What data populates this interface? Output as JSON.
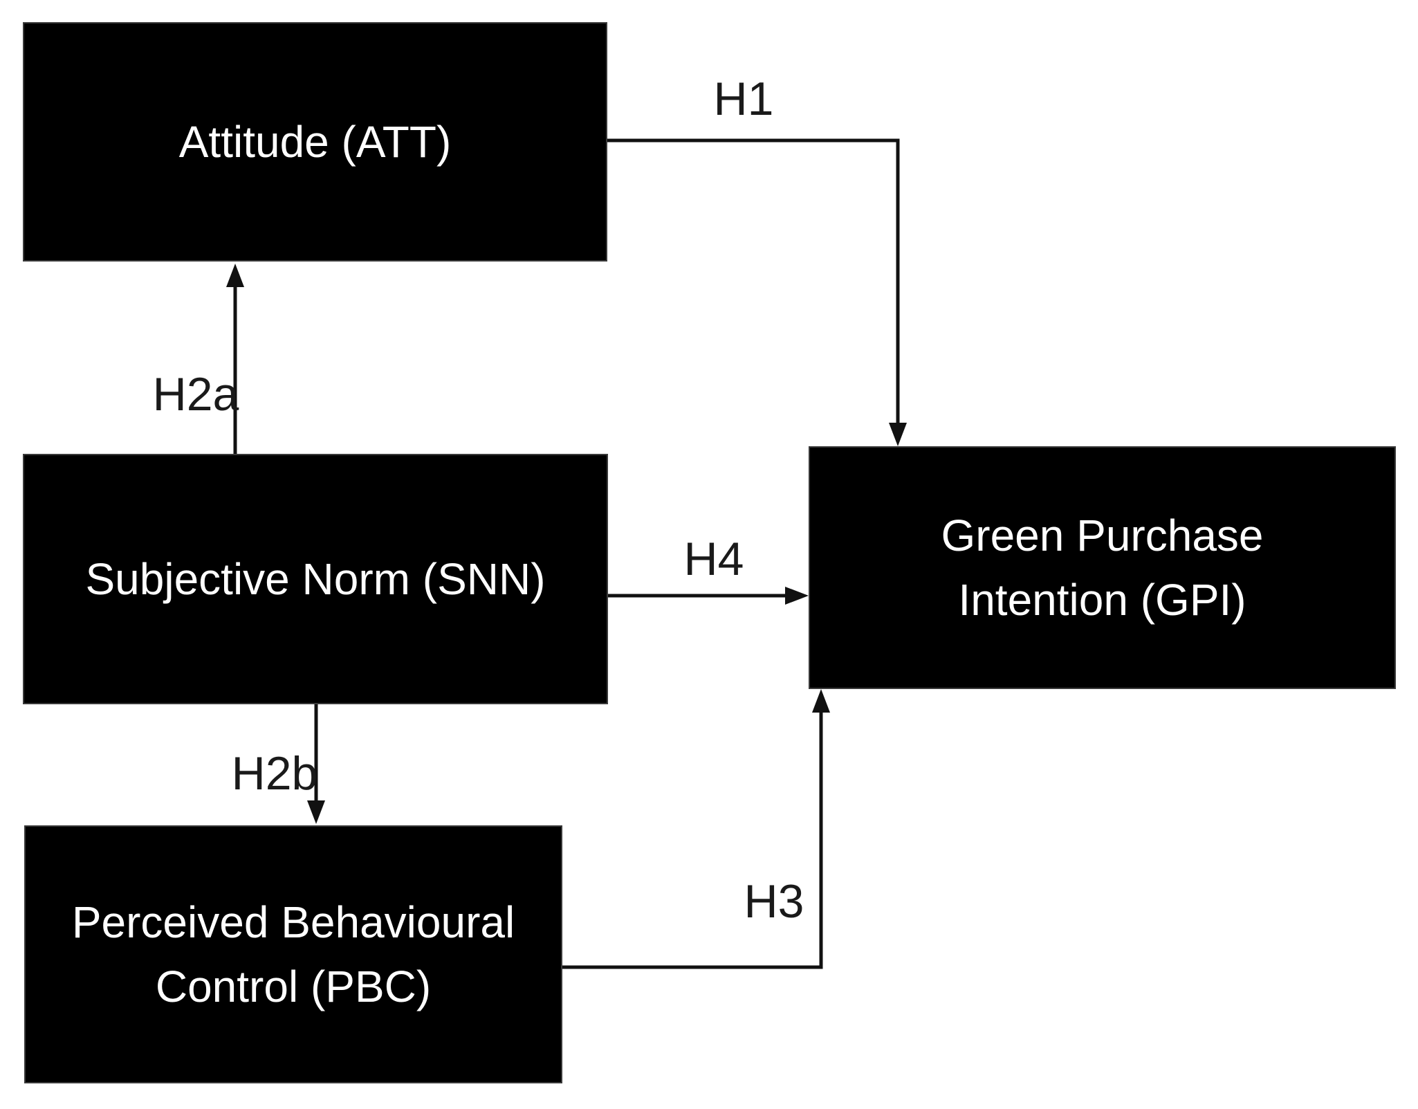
{
  "diagram": {
    "boxes": [
      {
        "id": "att",
        "label": "Attitude (ATT)"
      },
      {
        "id": "snn",
        "label": "Subjective Norm (SNN)"
      },
      {
        "id": "pbc",
        "label": "Perceived Behavioural Control (PBC)"
      },
      {
        "id": "gpi",
        "label": "Green Purchase Intention (GPI)"
      }
    ],
    "arrows": [
      {
        "id": "h1",
        "label": "H1",
        "from": "Attitude (ATT)",
        "to": "Green Purchase Intention (GPI)"
      },
      {
        "id": "h2a",
        "label": "H2a",
        "from": "Subjective Norm (SNN)",
        "to": "Attitude (ATT)"
      },
      {
        "id": "h2b",
        "label": "H2b",
        "from": "Subjective Norm (SNN)",
        "to": "Perceived Behavioural Control (PBC)"
      },
      {
        "id": "h4",
        "label": "H4",
        "from": "Subjective Norm (SNN)",
        "to": "Green Purchase Intention (GPI)"
      },
      {
        "id": "h3",
        "label": "H3",
        "from": "Perceived Behavioural Control (PBC)",
        "to": "Green Purchase Intention (GPI)"
      }
    ],
    "colors": {
      "background": "#ffffff",
      "box_fill": "#000000",
      "box_text": "#ffffff",
      "arrow": "#111111",
      "arrow_label_text": "#1a1a1a"
    }
  }
}
